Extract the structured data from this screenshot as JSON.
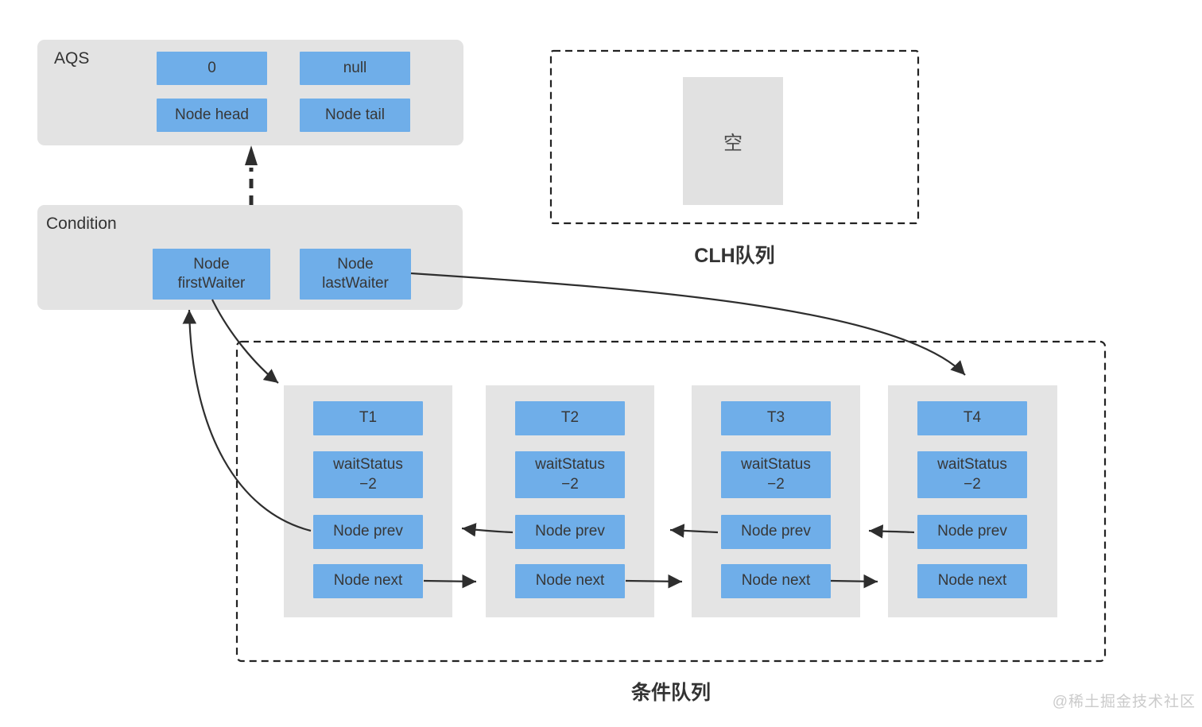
{
  "aqs": {
    "label": "AQS",
    "state_value": "0",
    "owner_value": "null",
    "head_label": "Node head",
    "tail_label": "Node tail"
  },
  "condition": {
    "label": "Condition",
    "first_waiter": {
      "line1": "Node",
      "line2": "firstWaiter"
    },
    "last_waiter": {
      "line1": "Node",
      "line2": "lastWaiter"
    }
  },
  "clh_queue": {
    "empty_label": "空",
    "caption": "CLH队列"
  },
  "condition_queue": {
    "caption": "条件队列",
    "nodes": [
      {
        "thread": "T1",
        "wait_status_label": "waitStatus",
        "wait_status_value": "−2",
        "prev_label": "Node prev",
        "next_label": "Node next"
      },
      {
        "thread": "T2",
        "wait_status_label": "waitStatus",
        "wait_status_value": "−2",
        "prev_label": "Node prev",
        "next_label": "Node next"
      },
      {
        "thread": "T3",
        "wait_status_label": "waitStatus",
        "wait_status_value": "−2",
        "prev_label": "Node prev",
        "next_label": "Node next"
      },
      {
        "thread": "T4",
        "wait_status_label": "waitStatus",
        "wait_status_value": "−2",
        "prev_label": "Node prev",
        "next_label": "Node next"
      }
    ]
  },
  "watermark": "@稀土掘金技术社区",
  "colors": {
    "node_fill": "#6FAEE9",
    "card_fill": "#E3E3E3",
    "arrow": "#2E2E2E",
    "watermark": "#CBCBCB"
  }
}
